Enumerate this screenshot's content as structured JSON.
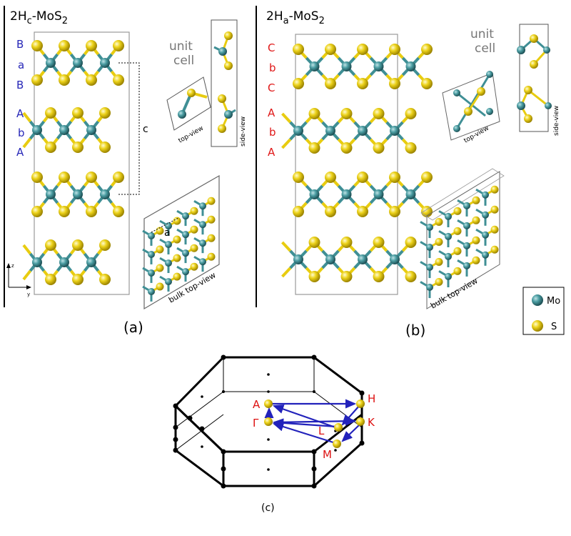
{
  "panel_a": {
    "title_main": "2H",
    "title_sub": "c",
    "title_rest": "-MoS",
    "title_subscript": "2",
    "stacking": [
      "B",
      "a",
      "B",
      "A",
      "b",
      "A"
    ],
    "lattice_c": "c",
    "lattice_a": "a",
    "unit_cell_line1": "unit",
    "unit_cell_line2": "cell",
    "top_view": "top-view",
    "side_view": "side-view",
    "bulk_top_view": "bulk top-view",
    "axis_z": "z",
    "axis_y": "y",
    "caption": "(a)"
  },
  "panel_b": {
    "title_main": "2H",
    "title_sub": "a",
    "title_rest": "-MoS",
    "title_subscript": "2",
    "stacking": [
      "C",
      "b",
      "C",
      "A",
      "b",
      "A"
    ],
    "unit_cell_line1": "unit",
    "unit_cell_line2": "cell",
    "top_view": "top-view",
    "side_view": "side-view",
    "bulk_top_view": "bulk top-view",
    "caption": "(b)"
  },
  "legend": {
    "items": [
      {
        "label": "Mo",
        "color": "#3f8f95"
      },
      {
        "label": "S",
        "color": "#e8cc10"
      }
    ]
  },
  "panel_c": {
    "points": [
      {
        "label": "A"
      },
      {
        "label": "H"
      },
      {
        "label": "Γ"
      },
      {
        "label": "L"
      },
      {
        "label": "K"
      },
      {
        "label": "M"
      }
    ],
    "path_color": "#2222bb",
    "label_color": "#dd1111",
    "caption": "(c)"
  },
  "colors": {
    "mo": "#3f8f95",
    "s": "#e8cc10",
    "stack_a": "#2828b8",
    "stack_b": "#e01818",
    "cell_line": "#999999",
    "unit_cell_text": "#777777"
  }
}
